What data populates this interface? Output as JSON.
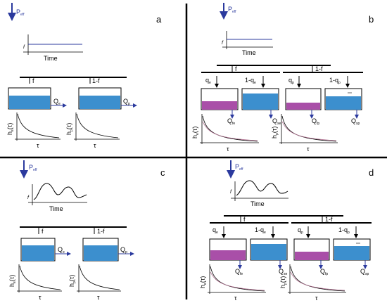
{
  "panels": [
    {
      "letter": "a",
      "precip_label": "P",
      "precip_sub": "eff",
      "f_label": "f",
      "time_label": "Time",
      "branch_left": "f",
      "branch_right": "1-f",
      "out_left": "Q",
      "out_left_sub": "e",
      "out_right": "Q",
      "out_right_sub": "p",
      "h_left": "h",
      "h_left_sub": "e",
      "h_left_arg": "(τ)",
      "h_right": "h",
      "h_right_sub": "p",
      "h_right_arg": "(τ)",
      "tau": "τ"
    },
    {
      "letter": "b",
      "precip_label": "P",
      "precip_sub": "eff",
      "f_label": "f",
      "time_label": "Time",
      "branch_left": "f",
      "branch_right": "1-f",
      "q_labels": [
        "q",
        "1-q",
        "q",
        "1-q"
      ],
      "q_subs": [
        "e",
        "e",
        "p",
        "p"
      ],
      "outs": [
        "Q",
        "Q",
        "Q",
        "Q"
      ],
      "out_subs": [
        "fe",
        "se",
        "fp",
        "sp"
      ],
      "h_left": "h",
      "h_left_sub": "e",
      "h_left_arg": "(τ)",
      "h_right": "h",
      "h_right_sub": "p",
      "h_right_arg": "(τ)",
      "tau": "τ"
    },
    {
      "letter": "c",
      "precip_label": "P",
      "precip_sub": "eff",
      "f_label": "f",
      "time_label": "Time",
      "branch_left": "f",
      "branch_right": "1-f",
      "out_left": "Q",
      "out_left_sub": "e",
      "out_right": "Q",
      "out_right_sub": "p",
      "h_left": "h",
      "h_left_sub": "e",
      "h_left_arg": "(τ)",
      "h_right": "h",
      "h_right_sub": "p",
      "h_right_arg": "(τ)",
      "tau": "τ"
    },
    {
      "letter": "d",
      "precip_label": "P",
      "precip_sub": "eff",
      "f_label": "f",
      "time_label": "Time",
      "branch_left": "f",
      "branch_right": "1-f",
      "q_labels": [
        "q",
        "1-q",
        "q",
        "1-q"
      ],
      "q_subs": [
        "e",
        "e",
        "p",
        "p"
      ],
      "outs": [
        "Q",
        "Q",
        "Q",
        "Q"
      ],
      "out_subs": [
        "fe",
        "se",
        "fp",
        "sp"
      ],
      "h_left": "h",
      "h_left_sub": "e",
      "h_left_arg": "(τ)",
      "h_right": "h",
      "h_right_sub": "p",
      "h_right_arg": "(τ)",
      "tau": "τ"
    }
  ],
  "colors": {
    "arrow": "#2b3a9e",
    "water": "#3c8fce",
    "fast": "#a94fa8",
    "line": "#000000",
    "curve_second": "#b07090"
  }
}
